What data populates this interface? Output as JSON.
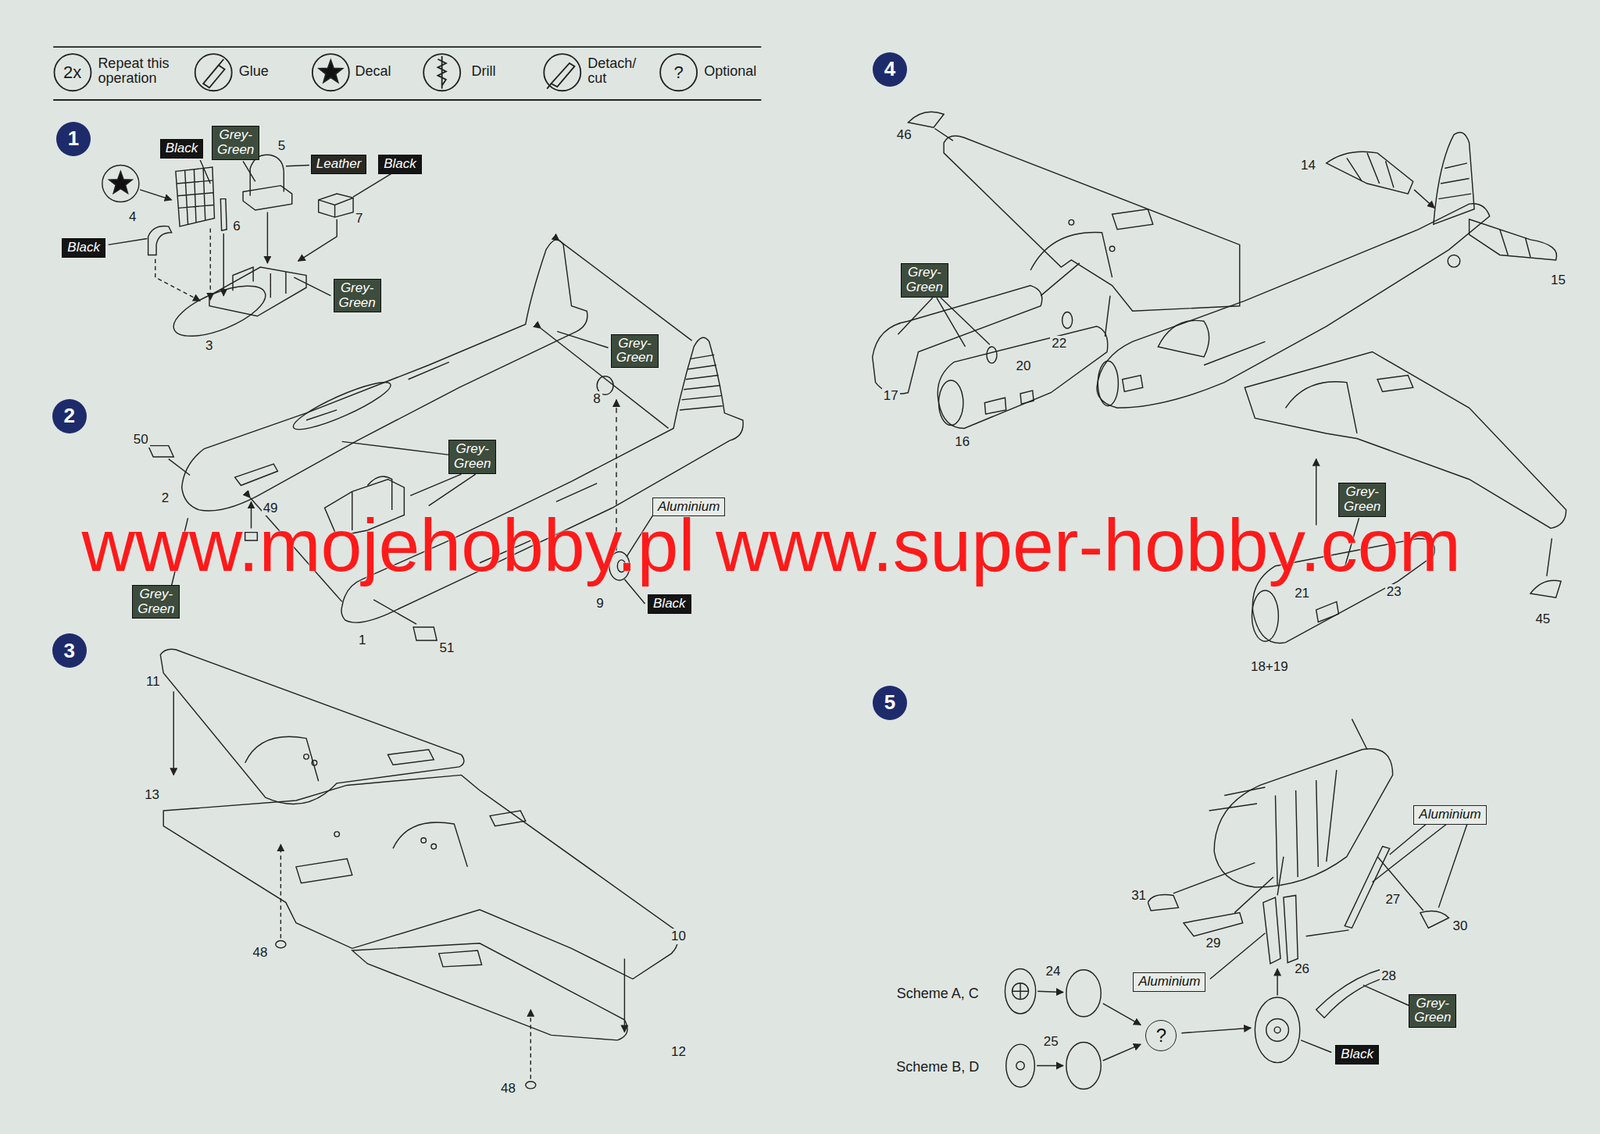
{
  "diagram": {
    "nodes": [
      {
        "text": [
          "1"
        ]
      },
      {
        "text": [
          "Black"
        ]
      },
      {
        "text": [
          "Grey-Green"
        ]
      },
      {
        "text": [
          "Leather"
        ]
      },
      {
        "text": [
          "Black"
        ]
      },
      {
        "text": [
          "Black"
        ]
      },
      {
        "text": [
          "Grey-Green"
        ]
      },
      {
        "text": [
          "2"
        ]
      },
      {
        "text": [
          "Grey-Green"
        ]
      },
      {
        "text": [
          "Grey-Green"
        ]
      },
      {
        "text": [
          "Grey-Green"
        ]
      },
      {
        "text": [
          "Aluminium"
        ]
      },
      {
        "text": [
          "Black"
        ]
      },
      {
        "text": [
          "3"
        ]
      },
      {
        "text": [
          "4"
        ]
      },
      {
        "text": [
          "Grey-Green"
        ]
      },
      {
        "text": [
          "Grey-Green"
        ]
      },
      {
        "text": [
          "5"
        ]
      },
      {
        "text": [
          "Aluminium"
        ]
      },
      {
        "text": [
          "Aluminium"
        ]
      },
      {
        "text": [
          "Grey-Green"
        ]
      },
      {
        "text": [
          "Black"
        ]
      },
      {
        "text": [
          "?"
        ]
      }
    ],
    "labels": [
      "2x",
      "?",
      "4",
      "6",
      "5",
      "7",
      "3",
      "50",
      "2",
      "49",
      "8",
      "1",
      "51",
      "9",
      "11",
      "13",
      "48",
      "10",
      "12",
      "48",
      "46",
      "14",
      "15",
      "17",
      "16",
      "20",
      "22",
      "21",
      "23",
      "45",
      "18+19",
      "31",
      "29",
      "27",
      "30",
      "26",
      "24",
      "28",
      "25",
      "Scheme A, C",
      "Scheme B, D",
      "www.mojehobby.pl www.super-hobby.com"
    ],
    "legend": [
      {
        "text": "Repeat this operation"
      },
      {
        "text": "Glue"
      },
      {
        "text": "Decal"
      },
      {
        "text": "Drill"
      },
      {
        "text": "Detach/ cut"
      },
      {
        "text": "Optional"
      }
    ]
  }
}
